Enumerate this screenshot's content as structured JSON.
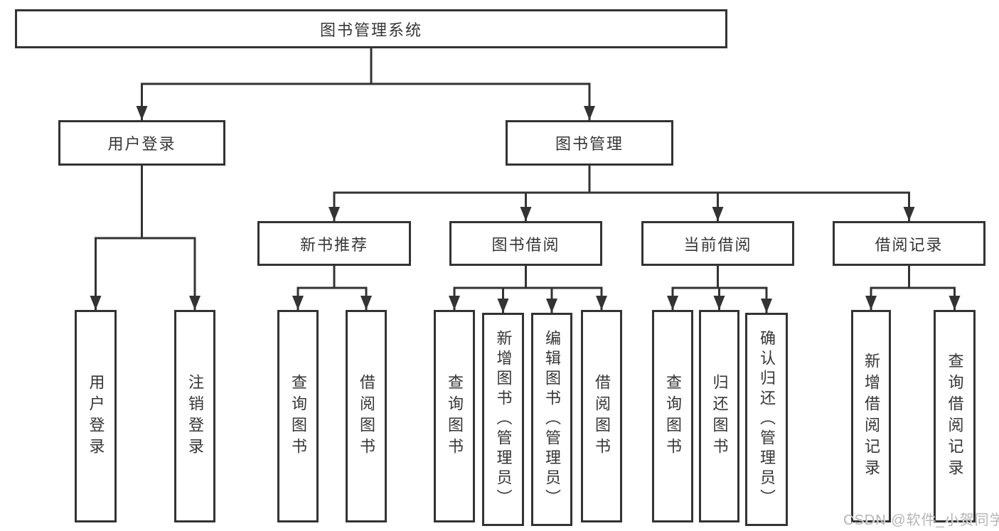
{
  "diagram_type": "functional-structure-tree",
  "tree": {
    "label": "图书管理系统",
    "children": [
      {
        "label": "用户登录",
        "children": [
          {
            "label": "用户登录"
          },
          {
            "label": "注销登录"
          }
        ]
      },
      {
        "label": "图书管理",
        "children": [
          {
            "label": "新书推荐",
            "children": [
              {
                "label": "查询图书"
              },
              {
                "label": "借阅图书"
              }
            ]
          },
          {
            "label": "图书借阅",
            "children": [
              {
                "label": "查询图书"
              },
              {
                "label": "新增图书（管理员）"
              },
              {
                "label": "编辑图书（管理员）"
              },
              {
                "label": "借阅图书"
              }
            ]
          },
          {
            "label": "当前借阅",
            "children": [
              {
                "label": "查询图书"
              },
              {
                "label": "归还图书"
              },
              {
                "label": "确认归还（管理员）"
              }
            ]
          },
          {
            "label": "借阅记录",
            "children": [
              {
                "label": "新增借阅记录"
              },
              {
                "label": "查询借阅记录"
              }
            ]
          }
        ]
      }
    ]
  },
  "watermark": {
    "text": "CSDN @软件_小贺同学"
  },
  "colors": {
    "line": "#333333",
    "box_border": "#333333",
    "box_background": "#ffffff",
    "text": "#363636",
    "watermark": "#b5b5b5",
    "page_background": "#ffffff"
  }
}
